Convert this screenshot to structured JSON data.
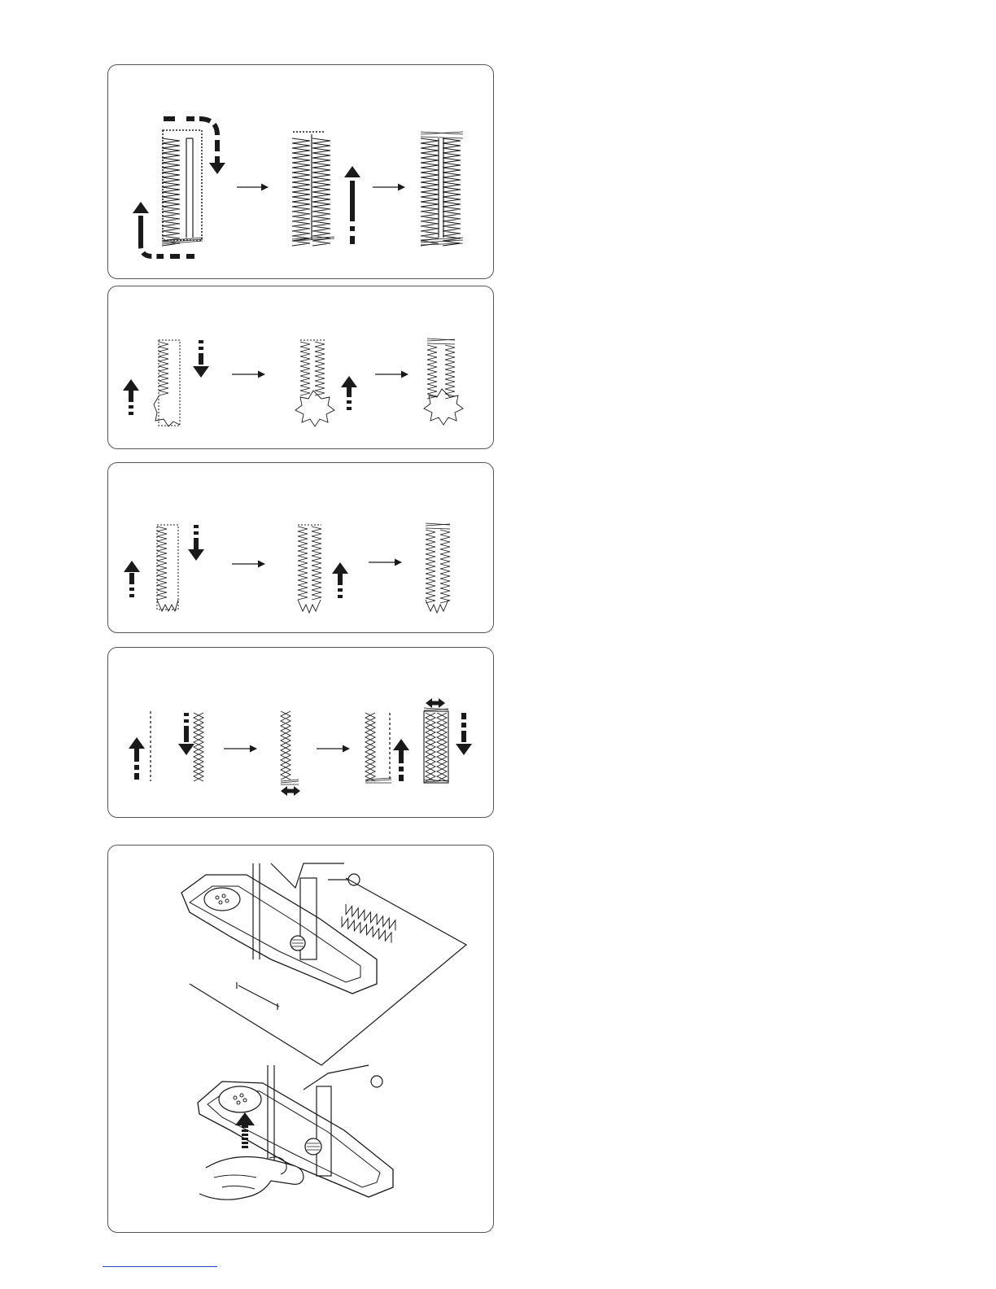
{
  "page": {
    "panels": [
      {
        "id": "p1",
        "figure": "square-end-buttonhole-sequence"
      },
      {
        "id": "p2",
        "figure": "keyhole-buttonhole-sequence"
      },
      {
        "id": "p3",
        "figure": "round-end-buttonhole-sequence"
      },
      {
        "id": "p4",
        "figure": "stretch-buttonhole-sequence"
      },
      {
        "id": "p5",
        "figure": "buttonhole-foot-illustration"
      }
    ],
    "colors": {
      "ink": "#1a1a1a",
      "panel_border": "#555555",
      "footer_rule": "#2b45c8"
    }
  }
}
